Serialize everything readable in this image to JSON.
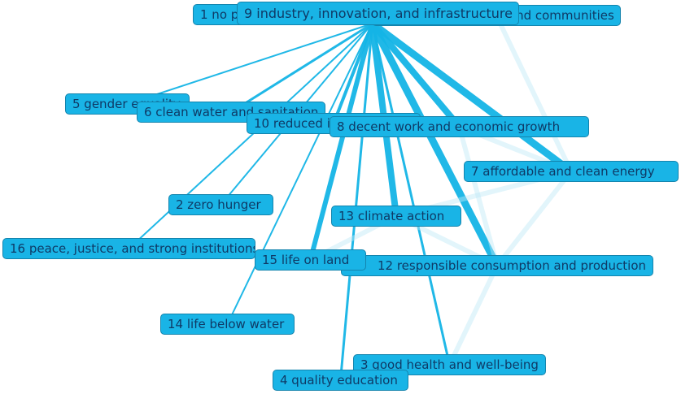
{
  "colors": {
    "node_fill": "#19b4e6",
    "node_border": "#1484ad",
    "label": "#0f3a66",
    "edge": "#14b4e6",
    "edge_faint": "#bfe9f7"
  },
  "hub": "n9",
  "nodes": [
    {
      "id": "n1",
      "label": "1 no poverty"
    },
    {
      "id": "n11",
      "label": "11 sustainable cities and communities"
    },
    {
      "id": "n5",
      "label": "5 gender equality"
    },
    {
      "id": "n6",
      "label": "6 clean water and sanitation"
    },
    {
      "id": "n10",
      "label": "10 reduced inequalities"
    },
    {
      "id": "n8",
      "label": "8 decent work and economic growth"
    },
    {
      "id": "n7",
      "label": "7 affordable and clean energy"
    },
    {
      "id": "n2",
      "label": "2 zero hunger"
    },
    {
      "id": "n13",
      "label": "13 climate action"
    },
    {
      "id": "n16",
      "label": "16 peace, justice, and strong institutions"
    },
    {
      "id": "n12",
      "label": "12 responsible consumption and production"
    },
    {
      "id": "n15",
      "label": "15 life on land"
    },
    {
      "id": "n14",
      "label": "14 life below water"
    },
    {
      "id": "n3",
      "label": "3 good health and well-being"
    },
    {
      "id": "n4",
      "label": "4 quality education"
    },
    {
      "id": "n9",
      "label": "9 industry, innovation, and infrastructure"
    }
  ],
  "edges": [
    {
      "from": "n9",
      "to": "n7",
      "weight": 9
    },
    {
      "from": "n9",
      "to": "n12",
      "weight": 9
    },
    {
      "from": "n9",
      "to": "n8",
      "weight": 8
    },
    {
      "from": "n9",
      "to": "n13",
      "weight": 8
    },
    {
      "from": "n9",
      "to": "n15",
      "weight": 6
    },
    {
      "from": "n9",
      "to": "n11",
      "weight": 5
    },
    {
      "from": "n9",
      "to": "n10",
      "weight": 4
    },
    {
      "from": "n9",
      "to": "n1",
      "weight": 3
    },
    {
      "from": "n9",
      "to": "n3",
      "weight": 3
    },
    {
      "from": "n9",
      "to": "n4",
      "weight": 3
    },
    {
      "from": "n9",
      "to": "n6",
      "weight": 3
    },
    {
      "from": "n9",
      "to": "n5",
      "weight": 2
    },
    {
      "from": "n9",
      "to": "n2",
      "weight": 2
    },
    {
      "from": "n9",
      "to": "n16",
      "weight": 2
    },
    {
      "from": "n9",
      "to": "n14",
      "weight": 2
    },
    {
      "from": "n8",
      "to": "n7",
      "weight": 1
    },
    {
      "from": "n8",
      "to": "n12",
      "weight": 1
    },
    {
      "from": "n13",
      "to": "n7",
      "weight": 1
    },
    {
      "from": "n13",
      "to": "n12",
      "weight": 1
    },
    {
      "from": "n7",
      "to": "n12",
      "weight": 1
    },
    {
      "from": "n11",
      "to": "n7",
      "weight": 1
    },
    {
      "from": "n15",
      "to": "n13",
      "weight": 1
    },
    {
      "from": "n12",
      "to": "n3",
      "weight": 1
    },
    {
      "from": "n10",
      "to": "n8",
      "weight": 1
    }
  ]
}
